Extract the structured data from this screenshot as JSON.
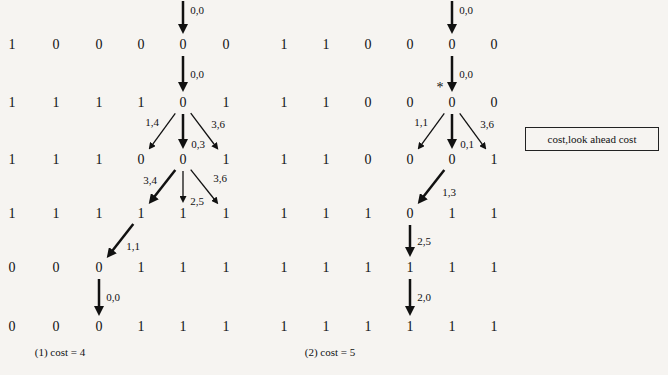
{
  "diagram": {
    "nodes": [
      {
        "text": [
          "1"
        ]
      },
      {
        "text": [
          "0"
        ]
      },
      {
        "text": [
          "0"
        ]
      },
      {
        "text": [
          "0"
        ]
      },
      {
        "text": [
          "0"
        ]
      },
      {
        "text": [
          "0"
        ]
      },
      {
        "text": [
          "1"
        ]
      },
      {
        "text": [
          "1"
        ]
      },
      {
        "text": [
          "1"
        ]
      },
      {
        "text": [
          "1"
        ]
      },
      {
        "text": [
          "0"
        ]
      },
      {
        "text": [
          "1"
        ]
      },
      {
        "text": [
          "1"
        ]
      },
      {
        "text": [
          "1"
        ]
      },
      {
        "text": [
          "1"
        ]
      },
      {
        "text": [
          "0"
        ]
      },
      {
        "text": [
          "0"
        ]
      },
      {
        "text": [
          "1"
        ]
      },
      {
        "text": [
          "1"
        ]
      },
      {
        "text": [
          "1"
        ]
      },
      {
        "text": [
          "1"
        ]
      },
      {
        "text": [
          "1"
        ]
      },
      {
        "text": [
          "1"
        ]
      },
      {
        "text": [
          "1"
        ]
      },
      {
        "text": [
          "0"
        ]
      },
      {
        "text": [
          "0"
        ]
      },
      {
        "text": [
          "0"
        ]
      },
      {
        "text": [
          "1"
        ]
      },
      {
        "text": [
          "1"
        ]
      },
      {
        "text": [
          "1"
        ]
      },
      {
        "text": [
          "0"
        ]
      },
      {
        "text": [
          "0"
        ]
      },
      {
        "text": [
          "0"
        ]
      },
      {
        "text": [
          "1"
        ]
      },
      {
        "text": [
          "1"
        ]
      },
      {
        "text": [
          "1"
        ]
      },
      {
        "text": [
          "1"
        ]
      },
      {
        "text": [
          "1"
        ]
      },
      {
        "text": [
          "0"
        ]
      },
      {
        "text": [
          "0"
        ]
      },
      {
        "text": [
          "0"
        ]
      },
      {
        "text": [
          "0"
        ]
      },
      {
        "text": [
          "1"
        ]
      },
      {
        "text": [
          "1"
        ]
      },
      {
        "text": [
          "0"
        ]
      },
      {
        "text": [
          "0"
        ]
      },
      {
        "text": [
          "0"
        ]
      },
      {
        "text": [
          "0"
        ]
      },
      {
        "text": [
          "1"
        ]
      },
      {
        "text": [
          "1"
        ]
      },
      {
        "text": [
          "0"
        ]
      },
      {
        "text": [
          "0"
        ]
      },
      {
        "text": [
          "0"
        ]
      },
      {
        "text": [
          "1"
        ]
      },
      {
        "text": [
          "1"
        ]
      },
      {
        "text": [
          "1"
        ]
      },
      {
        "text": [
          "1"
        ]
      },
      {
        "text": [
          "0"
        ]
      },
      {
        "text": [
          "1"
        ]
      },
      {
        "text": [
          "1"
        ]
      },
      {
        "text": [
          "1"
        ]
      },
      {
        "text": [
          "1"
        ]
      },
      {
        "text": [
          "1"
        ]
      },
      {
        "text": [
          "1"
        ]
      },
      {
        "text": [
          "1"
        ]
      },
      {
        "text": [
          "1"
        ]
      },
      {
        "text": [
          "1"
        ]
      },
      {
        "text": [
          "1"
        ]
      },
      {
        "text": [
          "1"
        ]
      },
      {
        "text": [
          "1"
        ]
      },
      {
        "text": [
          "1"
        ]
      },
      {
        "text": [
          "1"
        ]
      },
      {
        "text": [
          "cost,look ahead cost"
        ]
      }
    ],
    "edges": [
      {
        "from": 4,
        "to": 10,
        "arrow": "to",
        "label": "0,0"
      },
      {
        "from": 10,
        "to": 15,
        "arrow": "to",
        "label": "1,4"
      },
      {
        "from": 10,
        "to": 16,
        "arrow": "to",
        "label": "0,3"
      },
      {
        "from": 10,
        "to": 17,
        "arrow": "to",
        "label": "3,6"
      },
      {
        "from": 16,
        "to": 21,
        "arrow": "to",
        "label": "3,4"
      },
      {
        "from": 16,
        "to": 22,
        "arrow": "to",
        "label": "2,5"
      },
      {
        "from": 16,
        "to": 23,
        "arrow": "to",
        "label": "3,6"
      },
      {
        "from": 21,
        "to": 26,
        "arrow": "to",
        "label": "1,1"
      },
      {
        "from": 26,
        "to": 32,
        "arrow": "to",
        "label": "0,0"
      },
      {
        "from": 40,
        "to": 46,
        "arrow": "to",
        "label": "0,0"
      },
      {
        "from": 46,
        "to": 51,
        "arrow": "to",
        "label": "1,1"
      },
      {
        "from": 46,
        "to": 52,
        "arrow": "to",
        "label": "0,1"
      },
      {
        "from": 46,
        "to": 53,
        "arrow": "to",
        "label": "3,6"
      },
      {
        "from": 52,
        "to": 57,
        "arrow": "to",
        "label": "1,3"
      },
      {
        "from": 57,
        "to": 63,
        "arrow": "to",
        "label": "2,5"
      },
      {
        "from": 63,
        "to": 69,
        "arrow": "to",
        "label": "2,0"
      }
    ],
    "labels": [
      "0,0",
      "0,0",
      "*",
      "(1) cost = 4",
      "(2) cost = 5"
    ]
  }
}
